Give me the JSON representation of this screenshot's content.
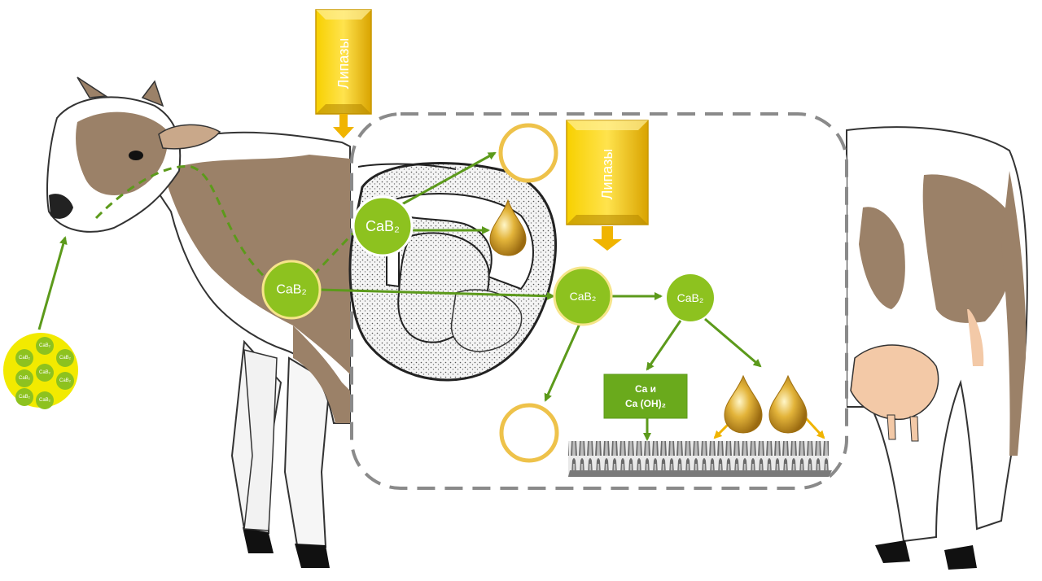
{
  "labels": {
    "lipase_top": "Липазы",
    "lipase_inner": "Липазы",
    "node_rumen": "CaB₂",
    "node_body": "CaB₂",
    "node_center": "CaB₂",
    "node_right": "CaB₂",
    "pellet_item": "CaB₂",
    "ca_box_line1": "Ca и",
    "ca_box_line2": "Ca (OH)₂"
  },
  "colors": {
    "green_node": "#8dc21f",
    "green_arrow": "#5c9a1b",
    "dark_green_box": "#6aaa1c",
    "lipase_gold": "#e8b800",
    "ring_gold": "#eec24a",
    "dashed_border": "#8a8a8a",
    "cow_brown": "#9b8168"
  },
  "icons": [
    "cow-illustration",
    "rumen-illustration",
    "oil-drop-icon",
    "empty-ring-icon",
    "intestinal-villi-illustration",
    "pellet-cluster-icon"
  ]
}
